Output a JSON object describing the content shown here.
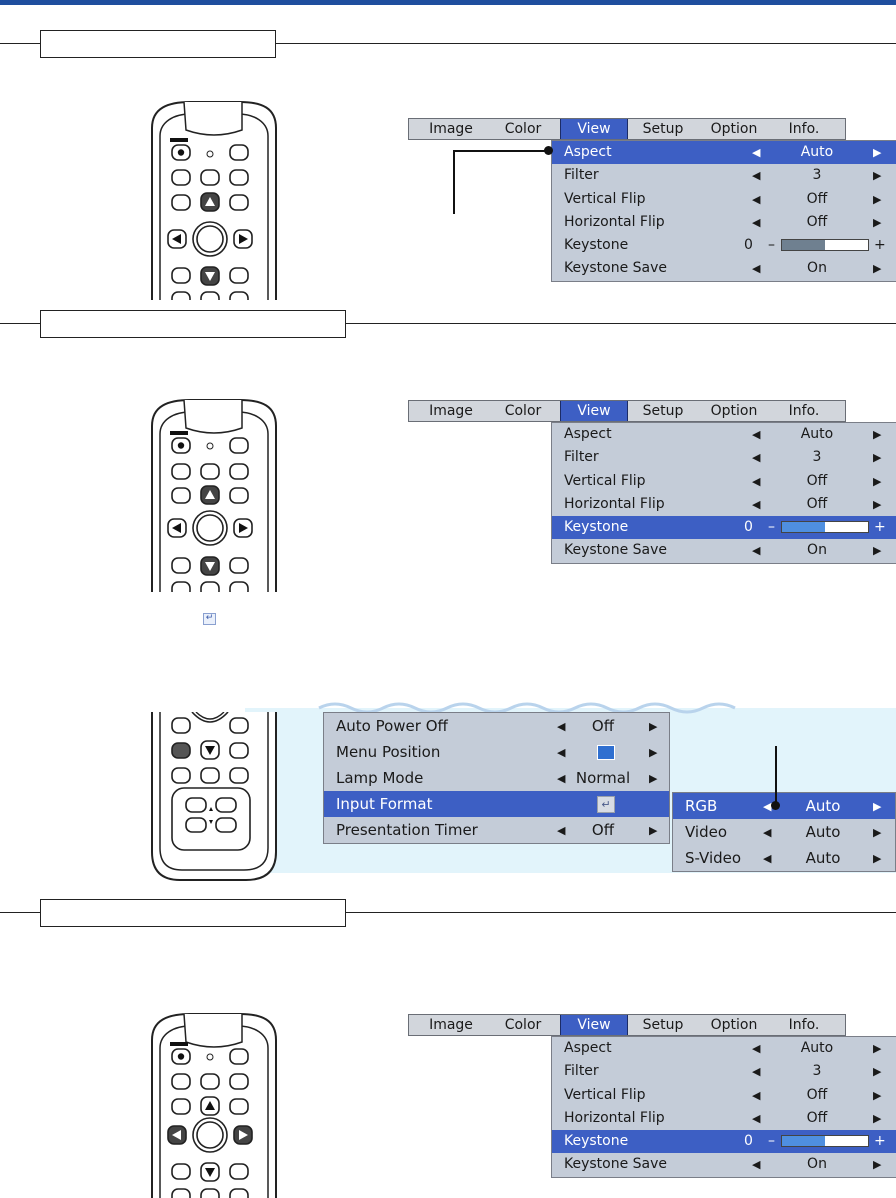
{
  "menus": {
    "tabs": [
      "Image",
      "Color",
      "View",
      "Setup",
      "Option",
      "Info."
    ],
    "view_rows": [
      {
        "label": "Aspect",
        "value": "Auto"
      },
      {
        "label": "Filter",
        "value": "3"
      },
      {
        "label": "Vertical Flip",
        "value": "Off"
      },
      {
        "label": "Horizontal Flip",
        "value": "Off"
      },
      {
        "label": "Keystone",
        "value": "0"
      },
      {
        "label": "Keystone Save",
        "value": "On"
      }
    ],
    "arrow_left": "◀",
    "arrow_right": "▶",
    "minus": "–",
    "plus": "+",
    "keystone_level": 0.5
  },
  "option_menu": {
    "rows": [
      {
        "label": "Auto Power Off",
        "value": "Off"
      },
      {
        "label": "Menu Position",
        "value": ""
      },
      {
        "label": "Lamp Mode",
        "value": "Normal"
      },
      {
        "label": "Input Format",
        "value": ""
      },
      {
        "label": "Presentation Timer",
        "value": "Off"
      }
    ],
    "enter_glyph": "↵"
  },
  "input_format_submenu": {
    "rows": [
      {
        "label": "RGB",
        "value": "Auto"
      },
      {
        "label": "Video",
        "value": "Auto"
      },
      {
        "label": "S-Video",
        "value": "Auto"
      }
    ]
  },
  "colors": {
    "accent": "#3d5fc4",
    "menu_bg": "#c4ccd8",
    "keystone_fill_normal": "#6f8090",
    "keystone_fill_active": "#4f8fe0",
    "option_panel_bg": "#e2f4fb",
    "top_bar": "#1f4e9e"
  }
}
